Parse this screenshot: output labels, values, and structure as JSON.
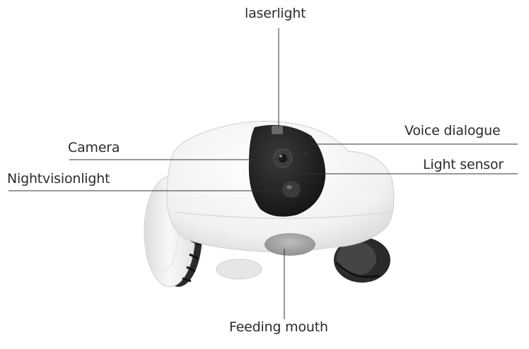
{
  "labels": {
    "laser_light": "laserlight",
    "voice_dialogue": "Voice dialogue",
    "camera": "Camera",
    "light_sensor": "Light sensor",
    "night_vision_light": "Nightvisionlight",
    "feeding_mouth": "Feeding mouth"
  },
  "colors": {
    "body": "#f7f7f7",
    "face_panel": "#1c1c1c",
    "tire": "#2a2a2a",
    "leader_line": "#333333"
  }
}
